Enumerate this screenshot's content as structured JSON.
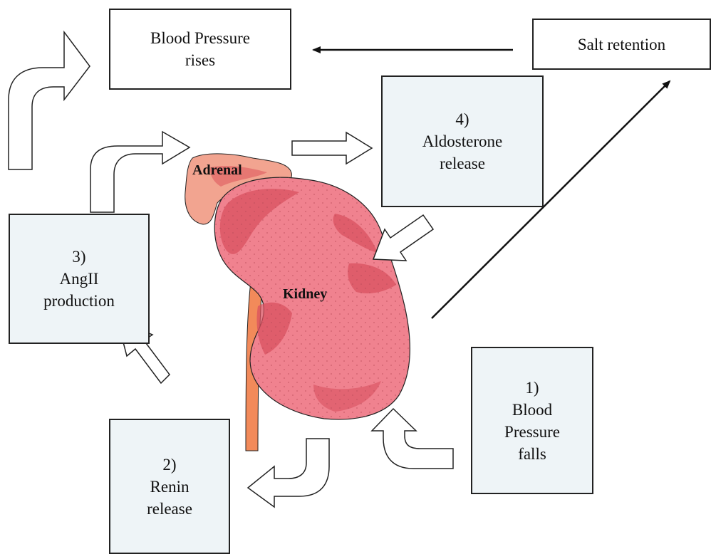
{
  "boxes": {
    "bp_rises": {
      "lines": [
        "Blood Pressure",
        "rises"
      ]
    },
    "salt_retention": {
      "lines": [
        "Salt retention"
      ]
    },
    "aldosterone": {
      "step": "4)",
      "lines": [
        "Aldosterone",
        "release"
      ]
    },
    "angii": {
      "step": "3)",
      "lines": [
        "AngII",
        "production"
      ]
    },
    "renin": {
      "step": "2)",
      "lines": [
        "Renin",
        "release"
      ]
    },
    "bp_falls": {
      "step": "1)",
      "lines": [
        "Blood",
        "Pressure",
        "falls"
      ]
    }
  },
  "organs": {
    "adrenal": "Adrenal",
    "kidney": "Kidney"
  },
  "colors": {
    "kidney": "#f0828f",
    "kidney_shadow": "#d9505f",
    "adrenal": "#f2a490",
    "ureter": "#f28a5a",
    "box_tint": "#eef4f7",
    "arrow_outline": "#222222"
  }
}
